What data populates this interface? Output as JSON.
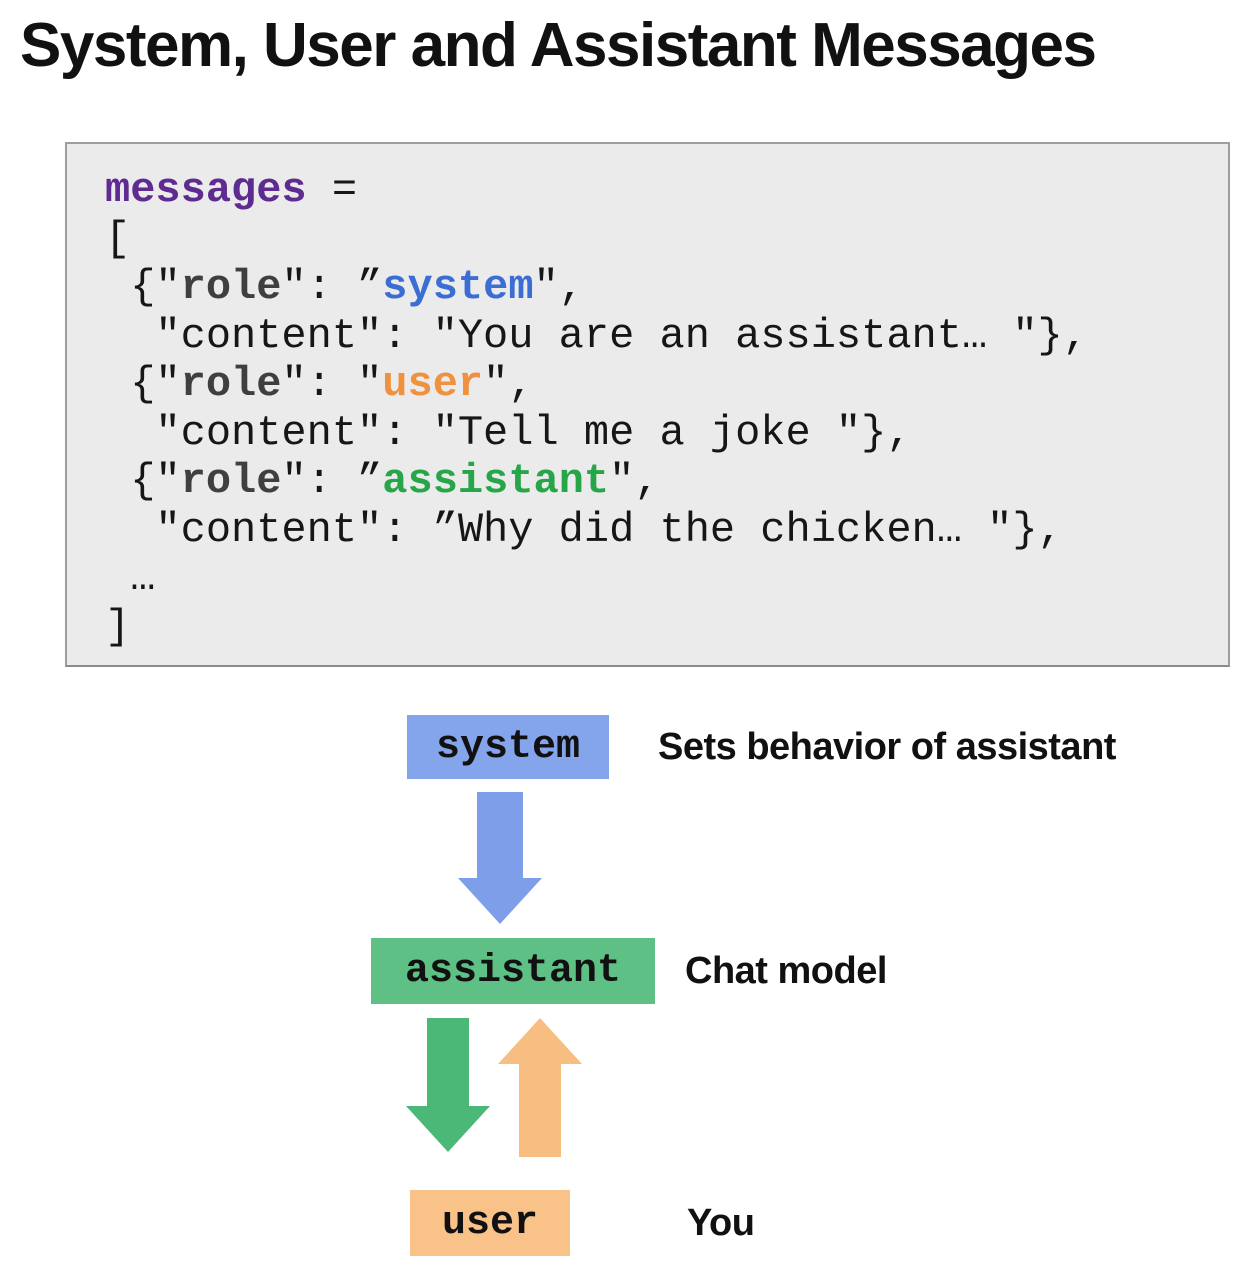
{
  "title": "System, User and Assistant Messages",
  "code": {
    "l1": {
      "var": "messages",
      "rest": " ="
    },
    "l2": "[",
    "l3": {
      "open": " {\"",
      "key": "role",
      "sep": "\": ",
      "q": "”",
      "value": "system",
      "close": "\","
    },
    "l4": "  \"content\": \"You are an assistant… \"},",
    "l5": {
      "open": " {\"",
      "key": "role",
      "sep": "\": ",
      "q": "\"",
      "value": "user",
      "close": "\","
    },
    "l6": "  \"content\": \"Tell me a joke \"},",
    "l7": {
      "open": " {\"",
      "key": "role",
      "sep": "\": ",
      "q": "”",
      "value": "assistant",
      "close": "\","
    },
    "l8": "  \"content\": ”Why did the chicken… \"},",
    "l9": " …",
    "l10": "]"
  },
  "diagram": {
    "system_box": "system",
    "system_caption": "Sets behavior of assistant",
    "assistant_box": "assistant",
    "assistant_caption": "Chat model",
    "user_box": "user",
    "user_caption": "You"
  },
  "colors": {
    "system_fill": "#84a4ec",
    "assistant_fill": "#5fc086",
    "user_fill": "#f9c289",
    "blue_arrow": "#7e9ee9",
    "green_arrow": "#4cb878",
    "orange_arrow": "#f8bd80",
    "keyword_purple": "#5e2b90",
    "role_key_gray": "#3f3f3f",
    "system_token_blue": "#3b6ed5",
    "user_token_orange": "#f09140",
    "assistant_token_green": "#26a649",
    "code_background": "#ebebeb"
  }
}
